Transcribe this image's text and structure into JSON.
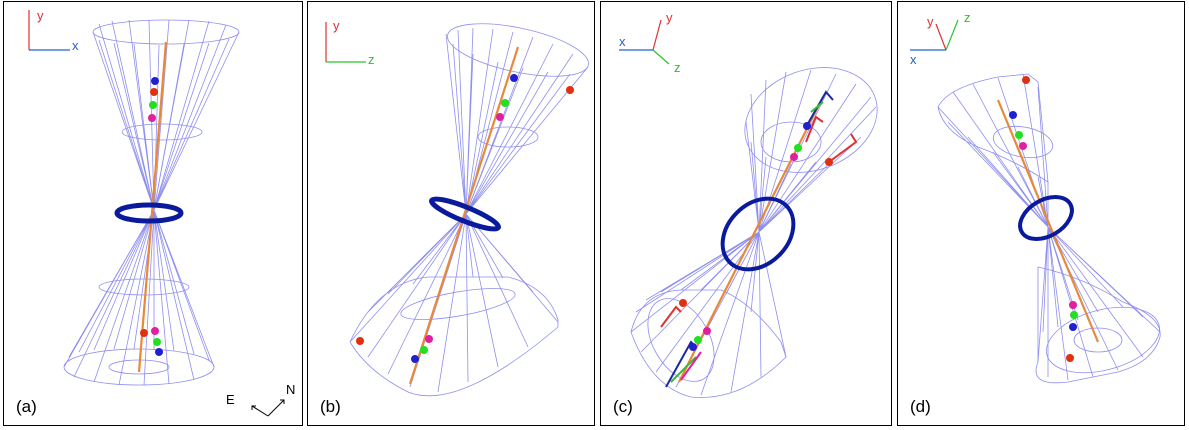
{
  "panels": [
    {
      "label": "(a)",
      "axes": [
        "y",
        "x"
      ],
      "compass": [
        "E",
        "N"
      ]
    },
    {
      "label": "(b)",
      "axes": [
        "y",
        "z"
      ]
    },
    {
      "label": "(c)",
      "axes": [
        "y",
        "x",
        "z"
      ]
    },
    {
      "label": "(d)",
      "axes": [
        "y",
        "z",
        "x"
      ]
    }
  ],
  "colors": {
    "wireframe": "#8e8ef0",
    "ring": "#0a1a9c",
    "track": "#e8893a",
    "axis_y": "#e03030",
    "axis_x": "#2060d0",
    "axis_z": "#30c030",
    "dot_blue": "#2020d0",
    "dot_red": "#e03010",
    "dot_green": "#20e020",
    "dot_magenta": "#e020a0"
  }
}
